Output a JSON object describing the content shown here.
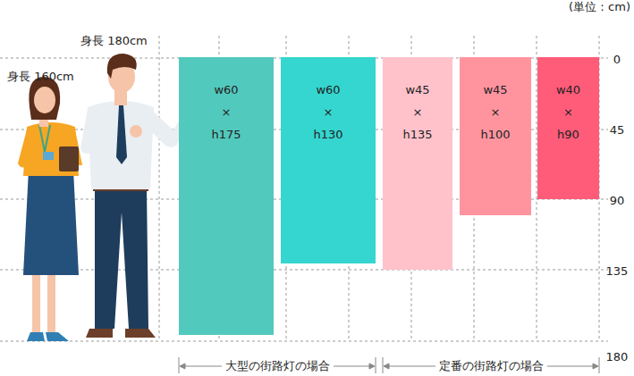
{
  "diagram": {
    "nodes": [
      {
        "text": [
          "w60 × h175"
        ]
      },
      {
        "text": [
          "w60 × h130"
        ]
      },
      {
        "text": [
          "w45 × h135"
        ]
      },
      {
        "text": [
          "w45 × h100"
        ]
      },
      {
        "text": [
          "w40 × h90"
        ]
      }
    ],
    "labels": [
      "(単位：cm)",
      "身長 180cm",
      "身長 160cm",
      "0",
      "45",
      "90",
      "135",
      "180",
      "大型の街路灯の場合",
      "定番の街路灯の場合"
    ]
  }
}
